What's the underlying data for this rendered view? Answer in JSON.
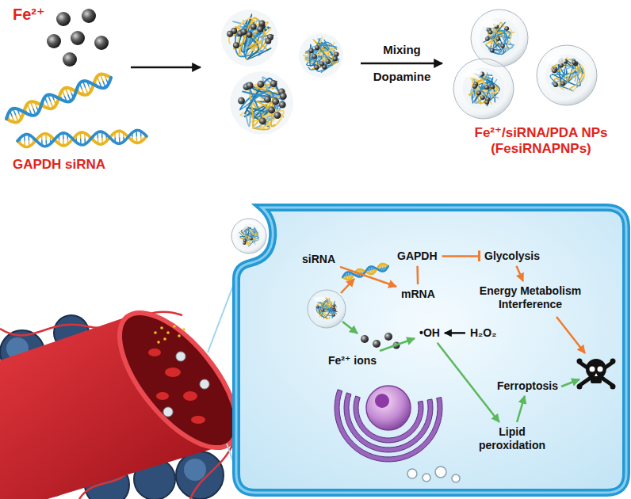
{
  "diagram": {
    "nodes": [
      {
        "text": [
          "siRNA"
        ]
      },
      {
        "text": [
          "GAPDH"
        ]
      },
      {
        "text": [
          "mRNA"
        ]
      },
      {
        "text": [
          "Glycolysis"
        ]
      },
      {
        "text": [
          "Energy Metabolism Interference"
        ]
      },
      {
        "text": [
          "Fe²⁺ ions"
        ]
      },
      {
        "text": [
          "•OH"
        ]
      },
      {
        "text": [
          "H₂O₂"
        ]
      },
      {
        "text": [
          "Lipid peroxidation"
        ]
      },
      {
        "text": [
          "Ferroptosis"
        ]
      }
    ],
    "edges": [
      {
        "from": 0,
        "to": 2,
        "arrow": "to"
      },
      {
        "from": 1,
        "to": 2,
        "arrow": "none"
      },
      {
        "from": 1,
        "to": 3,
        "arrow": "to"
      },
      {
        "from": 3,
        "to": 4,
        "arrow": "to"
      },
      {
        "from": 5,
        "to": 6,
        "arrow": "to"
      },
      {
        "from": 7,
        "to": 6,
        "arrow": "to"
      },
      {
        "from": 6,
        "to": 8,
        "arrow": "to"
      },
      {
        "from": 8,
        "to": 9,
        "arrow": "to"
      }
    ],
    "labels": [
      "Fe²⁺",
      "GAPDH siRNA",
      "Mixing",
      "Dopamine",
      "Fe²⁺/siRNA/PDA NPs (FesiRNAPNPs)"
    ]
  }
}
